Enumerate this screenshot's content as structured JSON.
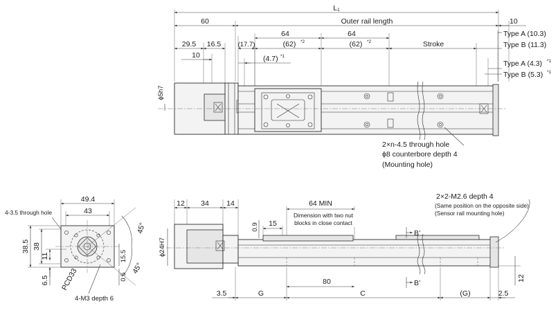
{
  "top_view": {
    "l1": "L₁",
    "d60": "60",
    "outer_rail_length": "Outer rail length",
    "d10_right": "10",
    "d64a": "64",
    "d64b": "64",
    "d17_7": "(17.7)",
    "d62a": "(62)",
    "d62b": "(62)",
    "sup2": "*2",
    "d29_5": "29.5",
    "d16_5": "16.5",
    "d10": "10",
    "d4_7": "(4.7)",
    "sup1": "*1",
    "stroke": "Stroke",
    "type_a_10_3": "Type A (10.3)",
    "type_b_11_3": "Type B (11.3)",
    "type_a_4_3": "Type A (4.3)",
    "type_b_5_3": "Type B (5.3)",
    "phi5h7": "ϕ5h7",
    "mount_line1": "2×n-4.5 through hole",
    "mount_line2": "ϕ8 counterbore depth 4",
    "mount_line3": "(Mounting hole)"
  },
  "end_view": {
    "d49_4": "49.4",
    "d43": "43",
    "through_hole": "4-3.5 through hole",
    "d45_top": "45°",
    "d45_bot": "45°",
    "d38_5": "38.5",
    "d38": "38",
    "d11": "11",
    "d15_5": "15.5",
    "d0_5": "0.5",
    "d6_5": "6.5",
    "pcd33": "PCD33",
    "m3": "4-M3 depth 6"
  },
  "side_view": {
    "d12": "12",
    "d34": "34",
    "d14": "14",
    "d64min": "64 MIN",
    "note_line1": "Dimension with two nut",
    "note_line2": "blocks in close contact",
    "d0_9": "0.9",
    "d15": "15",
    "phi24h7": "ϕ24H7",
    "d80": "80",
    "b_prime_top": "B’",
    "b_prime_bot": "B’",
    "d3_5": "3.5",
    "g": "G",
    "c": "C",
    "g_paren": "(G)",
    "d2_5": "2.5",
    "d12_right": "12",
    "m26": "2×2-M2.6 depth 4",
    "m26_note1": "(Same position on the opposite side)",
    "m26_note2": "(Sensor rail mounting hole)"
  }
}
